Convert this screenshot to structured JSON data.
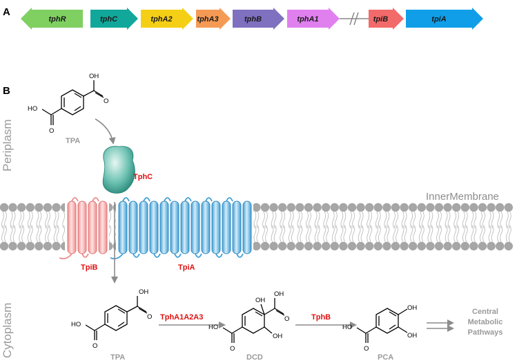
{
  "panel_a": {
    "letter": "A",
    "genes": [
      {
        "id": "tphR",
        "label": "tphR",
        "color": "#7fcf61",
        "direction": "left"
      },
      {
        "id": "tphC",
        "label": "tphC",
        "color": "#11a79a",
        "direction": "right"
      },
      {
        "id": "tphA2",
        "label": "tphA2",
        "color": "#f5cf15",
        "direction": "right"
      },
      {
        "id": "tphA3",
        "label": "tphA3",
        "color": "#f59a55",
        "direction": "right"
      },
      {
        "id": "tphB",
        "label": "tphB",
        "color": "#8070c0",
        "direction": "right"
      },
      {
        "id": "tphA1",
        "label": "tphA1",
        "color": "#e080ef",
        "direction": "right"
      },
      {
        "id": "tpiB",
        "label": "tpiB",
        "color": "#f36a6a",
        "direction": "right"
      },
      {
        "id": "tpiA",
        "label": "tpiA",
        "color": "#109ee8",
        "direction": "right"
      }
    ]
  },
  "panel_b": {
    "letter": "B",
    "periplasm_label": "Periplasm",
    "cytoplasm_label": "Cytoplasm",
    "membrane_label": "InnerMembrane",
    "proteins": {
      "tphC": "TphC",
      "tpiB": "TpiB",
      "tpiA": "TpiA"
    },
    "enzymes": {
      "step1": "TphA1A2A3",
      "step2": "TphB"
    },
    "compounds": {
      "tpa_periplasm": "TPA",
      "tpa_cytoplasm": "TPA",
      "dcd": "DCD",
      "pca": "PCA"
    },
    "atoms": {
      "oh": "OH",
      "ho": "HO",
      "o": "O"
    },
    "pathway": [
      "Central",
      "Metabolic",
      "Pathways"
    ],
    "colors": {
      "membrane": "#a6a6a6",
      "tpiB_helix": "#f5a0a0",
      "tpiA_helix": "#3d9fd6",
      "tphC_body": "#2a9d8c",
      "arrow": "#8c8c8c"
    }
  }
}
